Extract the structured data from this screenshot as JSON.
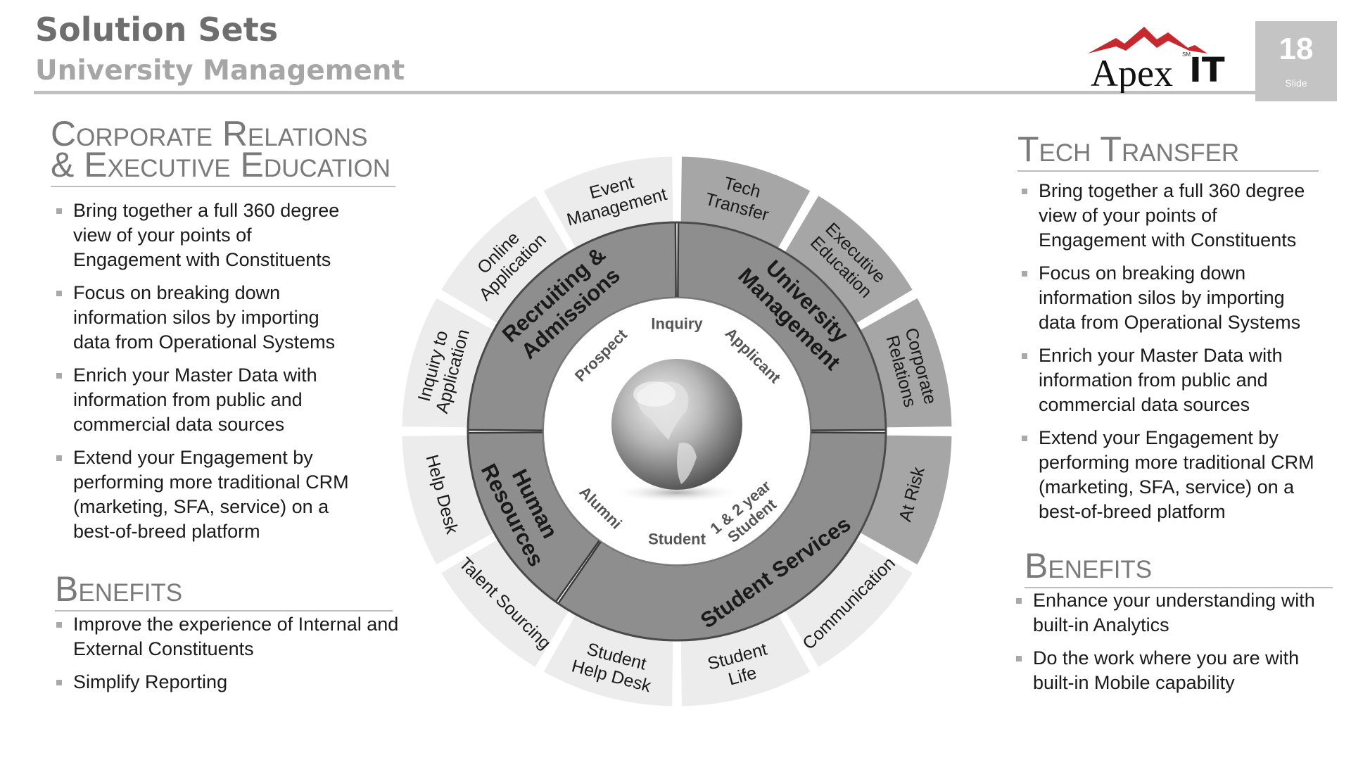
{
  "header": {
    "title": "Solution Sets",
    "subtitle": "University Management",
    "logo_word_apex": "Apex",
    "logo_word_it": "IT",
    "logo_mark": "SM",
    "slide_number": "18",
    "slide_label": "Slide"
  },
  "left": {
    "heading_line1": "Corporate Relations",
    "heading_line2": "& Executive Education",
    "bullets": [
      [
        "Bring together a full 360 degree",
        "view of your points of",
        "Engagement with Constituents"
      ],
      [
        "Focus on breaking down",
        "information silos by importing",
        "data from Operational Systems"
      ],
      [
        "Enrich your Master Data with",
        "information from public and",
        "commercial data sources"
      ],
      [
        "Extend your Engagement by",
        "performing more traditional CRM",
        "(marketing, SFA, service) on a",
        "best-of-breed platform"
      ]
    ],
    "benefits_heading": "Benefits",
    "benefits": [
      [
        "Improve the experience of Internal and",
        "External Constituents"
      ],
      [
        "Simplify Reporting"
      ]
    ]
  },
  "right": {
    "heading": "Tech Transfer",
    "bullets": [
      [
        "Bring together a full 360 degree",
        "view of your points of",
        "Engagement with Constituents"
      ],
      [
        "Focus on breaking down",
        "information silos by importing",
        "data from Operational Systems"
      ],
      [
        "Enrich your Master Data with",
        "information from public and",
        "commercial data sources"
      ],
      [
        "Extend your Engagement by",
        "performing more traditional CRM",
        "(marketing, SFA, service) on a",
        "best-of-breed platform"
      ]
    ],
    "benefits_heading": "Benefits",
    "benefits": [
      [
        "Enhance your understanding with",
        "built-in Analytics"
      ],
      [
        "Do the work where you are with",
        "built-in Mobile capability"
      ]
    ]
  },
  "wheel": {
    "outer": [
      {
        "label": [
          "Event",
          "Management"
        ],
        "tone": "light"
      },
      {
        "label": [
          "Tech",
          "Transfer"
        ],
        "tone": "dark"
      },
      {
        "label": [
          "Executive",
          "Education"
        ],
        "tone": "dark"
      },
      {
        "label": [
          "Corporate",
          "Relations"
        ],
        "tone": "dark"
      },
      {
        "label": [
          "At Risk"
        ],
        "tone": "dark"
      },
      {
        "label": [
          "Communication"
        ],
        "tone": "light"
      },
      {
        "label": [
          "Student",
          "Life"
        ],
        "tone": "light"
      },
      {
        "label": [
          "Student",
          "Help Desk"
        ],
        "tone": "light"
      },
      {
        "label": [
          "Talent Sourcing"
        ],
        "tone": "light"
      },
      {
        "label": [
          "Help Desk"
        ],
        "tone": "light"
      },
      {
        "label": [
          "Inquiry to",
          "Application"
        ],
        "tone": "light"
      },
      {
        "label": [
          "Online",
          "Application"
        ],
        "tone": "light"
      }
    ],
    "middle": [
      {
        "label": [
          "Recruiting &",
          "Admissions"
        ]
      },
      {
        "label": [
          "University",
          "Management"
        ]
      },
      {
        "label": [
          "Student Services"
        ]
      },
      {
        "label": [
          "Human",
          "Resources"
        ]
      }
    ],
    "inner": [
      {
        "label": "Inquiry"
      },
      {
        "label": "Applicant"
      },
      {
        "label": [
          "1 & 2 year",
          "Student"
        ]
      },
      {
        "label": "Student"
      },
      {
        "label": "Alumni"
      },
      {
        "label": "Prospect"
      }
    ],
    "colors": {
      "outer_light": "#ececec",
      "outer_dark": "#a6a6a6",
      "middle": "#8e8e8e",
      "middle_inner": "#7f7f7f",
      "inner_ring": "#ffffff",
      "outer_text": "#1a1a1a",
      "middle_text": "#1a1a1a",
      "inner_text": "#555555",
      "globe_dark": "#4a4a4a",
      "globe_light": "#f4f4f4"
    }
  }
}
